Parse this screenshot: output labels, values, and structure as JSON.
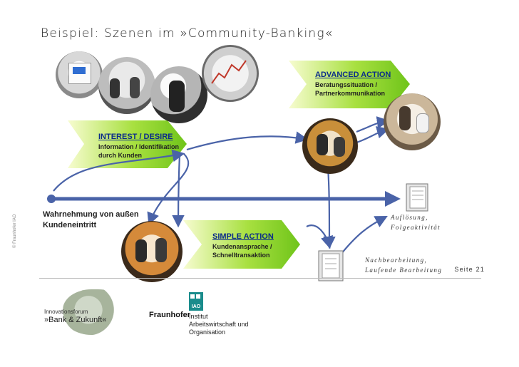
{
  "slide": {
    "title": "Beispiel: Szenen im »Community-Banking«",
    "page_number": "Seite 21",
    "vertical_copyright": "© Fraunhofer IAO"
  },
  "actions": {
    "advanced": {
      "title": "ADVANCED ACTION",
      "subtitle_line1": "Beratungssituation /",
      "subtitle_line2": "Partnerkommunikation"
    },
    "interest": {
      "title": "INTEREST / DESIRE",
      "subtitle_line1": "Information / Identifikation",
      "subtitle_line2": "durch Kunden"
    },
    "simple": {
      "title": "SIMPLE ACTION",
      "subtitle_line1": "Kundenansprache /",
      "subtitle_line2": "Schnelltransaktion"
    }
  },
  "labels": {
    "external_perception_line1": "Wahrnehmung von außen",
    "external_perception_line2": "Kundeneintritt",
    "resolution_line1": "Auflösung,",
    "resolution_line2": "Folgeaktivität",
    "followup_line1": "Nachbearbeitung,",
    "followup_line2": "Laufende Bearbeitung"
  },
  "logos": {
    "innovation_forum_line1": "Innovationsforum",
    "innovation_forum_line2": "»Bank & Zukunft«",
    "fraunhofer_name": "Fraunhofer",
    "iao_badge": "IAO",
    "institute_line1": "Institut",
    "institute_line2": "Arbeitswirtschaft und",
    "institute_line3": "Organisation"
  },
  "colors": {
    "arrow_green": "#7ed321",
    "arrow_green_light": "#d9f58a",
    "flow_blue": "#4a63a8",
    "iao_teal": "#1a8c8c"
  }
}
